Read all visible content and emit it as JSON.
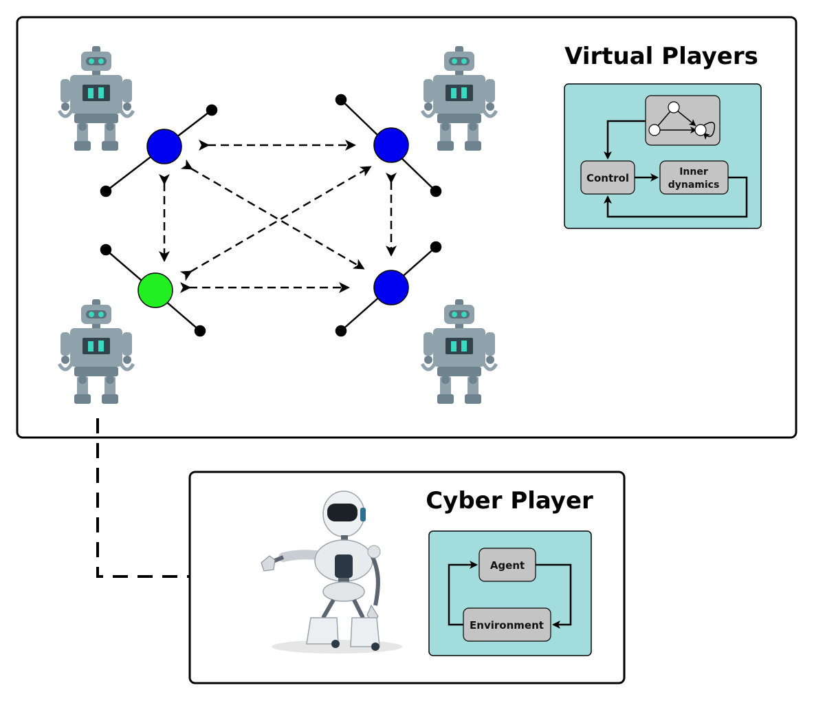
{
  "virtual_panel": {
    "title": "Virtual Players",
    "diagram": {
      "control_label": "Control",
      "inner_label_line1": "Inner",
      "inner_label_line2": "dynamics"
    }
  },
  "cyber_panel": {
    "title": "Cyber Player",
    "diagram": {
      "agent_label": "Agent",
      "environment_label": "Environment"
    }
  },
  "colors": {
    "node_blue": "#0000f0",
    "node_green": "#22ee22",
    "teal_box": "#a3dcdc",
    "gray_box": "#c4c4c4",
    "robot_body": "#8fa1ab",
    "robot_accent": "#39d9c2"
  }
}
